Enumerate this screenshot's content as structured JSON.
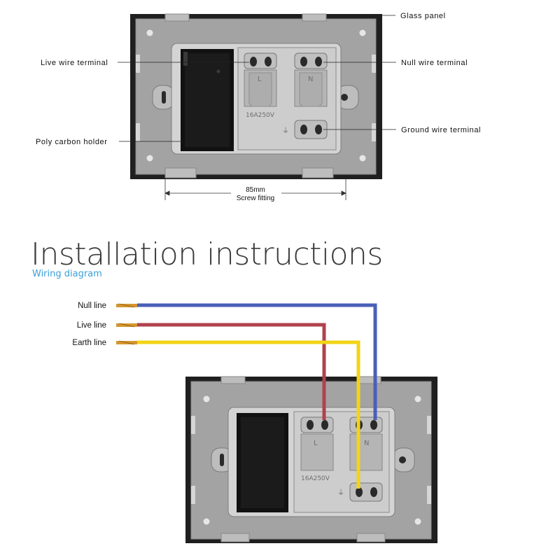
{
  "callouts": {
    "glass_panel": "Glass panel",
    "live_terminal": "Live wire terminal",
    "null_terminal": "Null wire terminal",
    "ground_terminal": "Ground wire terminal",
    "carbon_holder": "Poly carbon holder",
    "dimension_value": "85mm",
    "dimension_caption": "Screw fitting"
  },
  "socket_marks": {
    "live": "L",
    "neutral": "N",
    "rating": "16A250V",
    "earth_symbol": "⏚"
  },
  "install": {
    "title": "Installation instructions",
    "subtitle": "Wiring diagram"
  },
  "wires": [
    {
      "label": "Null line",
      "color": "#4a5fb8"
    },
    {
      "label": "Live line",
      "color": "#b0424e"
    },
    {
      "label": "Earth line",
      "color": "#f2d416"
    }
  ],
  "colors": {
    "frame": "#1f1f1f",
    "plate": "#a3a3a3",
    "module": "#cdcdcd",
    "terminal": "#b7b7b7",
    "copper": "#d4962f"
  }
}
